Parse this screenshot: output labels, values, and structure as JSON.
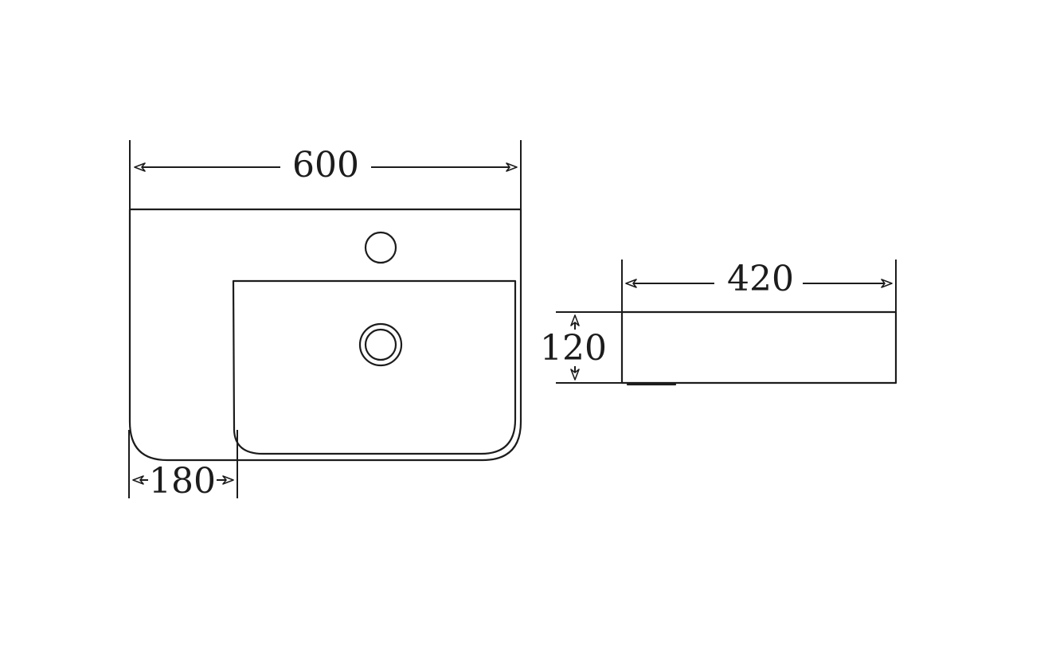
{
  "dimensions": {
    "width_top_view": "600",
    "width_side_view": "420",
    "height_side_view": "120",
    "offset_bowl": "180"
  },
  "colors": {
    "line": "#1c1c1c",
    "background": "#ffffff"
  }
}
